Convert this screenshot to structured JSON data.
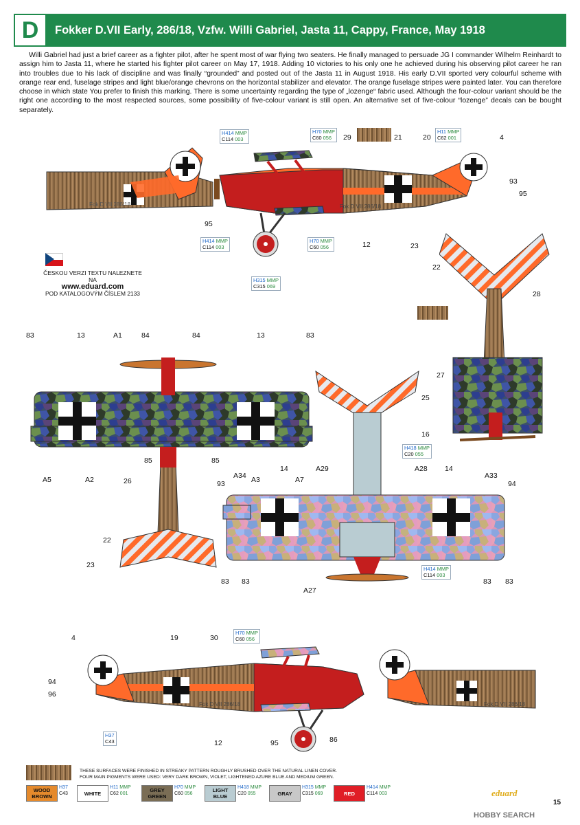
{
  "header": {
    "letter": "D",
    "title": "Fokker D.VII Early, 286/18, Vzfw. Willi Gabriel, Jasta 11, Cappy, France, May 1918"
  },
  "description": "Willi Gabriel had just a brief career as a fighter pilot, after he spent most of war flying two seaters. He finally managed to persuade JG I commander Wilhelm Reinhardt to assign him to Jasta 11, where he started his fighter pilot career on May 17, 1918. Adding 10 victories to his only one he achieved during his observing pilot career he ran into troubles due to his lack of discipline and was finally “grounded” and posted out of the Jasta 11 in August 1918. His early D.VII sported very colourful scheme with orange rear end, fuselage stripes and light blue/orange chevrons on the horizontal stabilizer and elevator. The orange fuselage stripes were painted later. You can therefore choose in which state You prefer to finish this marking. There is some uncertainty regarding the type of „lozenge“ fabric used. Although the four-colour variant should be the right one according to the most respected sources, some possibility of five-colour variant is still open. An alternative set of five-colour “lozenge” decals can be bought separately.",
  "czech": {
    "line1": "ČESKOU VERZI TEXTU NALEZNETE NA",
    "line2": "www.eduard.com",
    "line3": "POD KATALOGOVÝM ČÍSLEM 2133"
  },
  "serial": "Fok. D VII 286/18",
  "colors": {
    "header_green": "#1f8a4c",
    "red": "#c41e1e",
    "orange": "#ff6a2a",
    "wood": "#8b6a45",
    "light_blue": "#b9ccd2"
  },
  "codes": {
    "h414": {
      "h": "H414",
      "m": "MMP",
      "c": "C114",
      "n": "003"
    },
    "h70": {
      "h": "H70",
      "m": "MMP",
      "c": "C60",
      "n": "056"
    },
    "h11": {
      "h": "H11",
      "m": "MMP",
      "c": "C62",
      "n": "001"
    },
    "h315": {
      "h": "H315",
      "m": "MMP",
      "c": "C315",
      "n": "069"
    },
    "h418": {
      "h": "H418",
      "m": "MMP",
      "c": "C20",
      "n": "055"
    },
    "h37": {
      "h": "H37",
      "c": "C43"
    }
  },
  "callouts": {
    "n29": "29",
    "n21": "21",
    "n20": "20",
    "n4": "4",
    "n93": "93",
    "n95": "95",
    "n12": "12",
    "n23": "23",
    "n22": "22",
    "n28": "28",
    "n83": "83",
    "n13": "13",
    "nA1": "A1",
    "n84": "84",
    "n27": "27",
    "n25": "25",
    "n16": "16",
    "nA5": "A5",
    "nA2": "A2",
    "n85": "85",
    "nA3": "A3",
    "nA7": "A7",
    "nA34": "A34",
    "n14": "14",
    "nA29": "A29",
    "nA28": "A28",
    "nA33": "A33",
    "n94": "94",
    "n26": "26",
    "nA27": "A27",
    "n19": "19",
    "n30": "30",
    "n96": "96",
    "n86": "86"
  },
  "footer": {
    "note_line1": "THESE SURFACES WERE FINISHED IN STREAKY PATTERN ROUGHLY BRUSHED OVER THE NATURAL LINEN COVER.",
    "note_line2": "FOUR MAIN PIGMENTS WERE USED: VERY DARK BROWN, VIOLET, LIGHTENED AZURE BLUE AND MEDIUM GREEN.",
    "legend": [
      {
        "label": "WOOD BROWN",
        "h": "H37",
        "c": "C43"
      },
      {
        "label": "WHITE",
        "h": "H11",
        "m": "MMP",
        "c": "C62",
        "n": "001"
      },
      {
        "label": "GREY GREEN",
        "h": "H70",
        "m": "MMP",
        "c": "C60",
        "n": "056"
      },
      {
        "label": "LIGHT BLUE",
        "h": "H418",
        "m": "MMP",
        "c": "C20",
        "n": "055"
      },
      {
        "label": "GRAY",
        "h": "H315",
        "m": "MMP",
        "c": "C315",
        "n": "069"
      },
      {
        "label": "RED",
        "h": "H414",
        "m": "MMP",
        "c": "C114",
        "n": "003"
      }
    ],
    "brand": "eduard",
    "page": "15",
    "watermark": "HOBBY SEARCH"
  }
}
